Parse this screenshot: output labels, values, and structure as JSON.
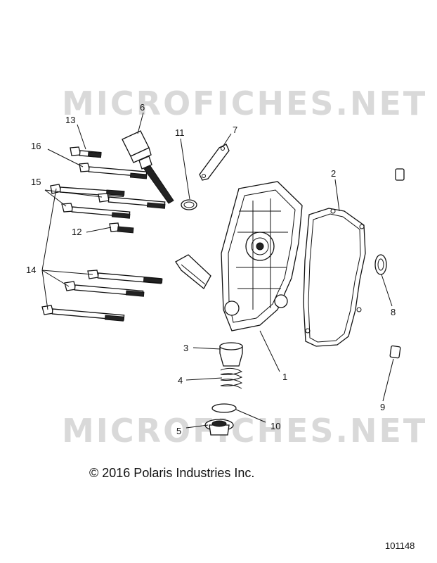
{
  "watermarks": [
    "MICROFICHES.NET",
    "MICROFICHES.NET"
  ],
  "callouts": {
    "c1": "1",
    "c2": "2",
    "c3": "3",
    "c4": "4",
    "c5": "5",
    "c6": "6",
    "c7": "7",
    "c8": "8",
    "c9": "9",
    "c10": "10",
    "c11": "11",
    "c12": "12",
    "c13": "13",
    "c14": "14",
    "c15": "15",
    "c16": "16"
  },
  "copyright": "© 2016 Polaris Industries Inc.",
  "figure_number": "101148"
}
